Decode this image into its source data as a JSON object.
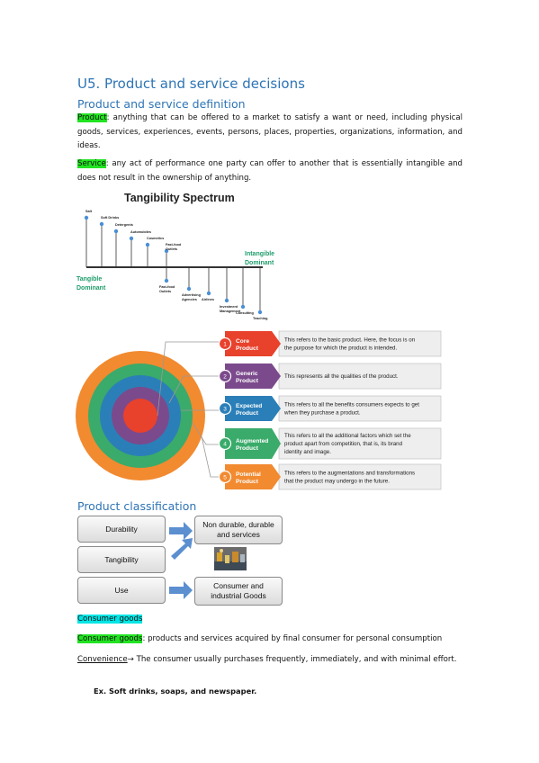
{
  "title": "U5. Product and service decisions",
  "section1": {
    "heading": "Product and service definition"
  },
  "product_def": {
    "term": "Product",
    "text": ": anything that can be offered to a market to satisfy a want or need, including physical goods, services, experiences, events, persons, places, properties, organizations, information, and ideas."
  },
  "service_def": {
    "term": "Service",
    "text": ": any act of performance one party can offer to another that is essentially intangible and does not result in the ownership of anything."
  },
  "spectrum": {
    "title": "Tangibility Spectrum",
    "left_label": [
      "Tangible",
      "Dominant"
    ],
    "right_label": [
      "Intangible",
      "Dominant"
    ],
    "top_items": [
      [
        "Salt"
      ],
      [
        "Soft Drinks"
      ],
      [
        "Detergents"
      ],
      [
        "Automobiles"
      ],
      [
        "Cosmetics"
      ],
      [
        "Fast-food",
        "Outlets"
      ]
    ],
    "bottom_items": [
      [
        "Fast-food",
        "Outlets"
      ],
      [
        "Advertising",
        "Agencies"
      ],
      [
        "Airlines"
      ],
      [
        "Investment",
        "Management"
      ],
      [
        "Consulting"
      ],
      [
        "Teaching"
      ]
    ],
    "colors": {
      "line": "#333333",
      "dot": "#4a8fd4",
      "label": "#1f9c6c"
    }
  },
  "levels": {
    "items": [
      {
        "num": "1",
        "name": [
          "Core",
          "Product"
        ],
        "desc": [
          "This refers to the basic product. Here, the focus is on",
          "the purpose for which the product is intended."
        ],
        "color": "#e8412c"
      },
      {
        "num": "2",
        "name": [
          "Generic",
          "Product"
        ],
        "desc": [
          "This represents all the qualities of the product."
        ],
        "color": "#7b4a8c"
      },
      {
        "num": "3",
        "name": [
          "Expected",
          "Product"
        ],
        "desc": [
          "This refers to all the benefits consumers expects to get",
          "when they purchase a product."
        ],
        "color": "#2b7fb8"
      },
      {
        "num": "4",
        "name": [
          "Augmented",
          "Product"
        ],
        "desc": [
          "This refers to all the additional factors which set the",
          "product apart from competition, that is, its brand",
          "identity and image."
        ],
        "color": "#3aab6a"
      },
      {
        "num": "5",
        "name": [
          "Potential",
          "Product"
        ],
        "desc": [
          "This refers to the augmentations and transformations",
          "that the product may undergo in the future."
        ],
        "color": "#f28a30"
      }
    ]
  },
  "section2": {
    "heading": "Product classification"
  },
  "classification": {
    "left": [
      "Durability",
      "Tangibility",
      "Use"
    ],
    "right_top": [
      "Non durable, durable",
      "and services"
    ],
    "right_bottom": [
      "Consumer and",
      "industrial Goods"
    ]
  },
  "consumer_goods_heading": "Consumer goods",
  "consumer_goods_def": {
    "term": "Consumer goods",
    "text": ": products and services acquired by final consumer for personal consumption"
  },
  "convenience": {
    "term": "Convenience",
    "arrow": "→",
    "text": " The consumer usually purchases frequently, immediately, and with minimal effort."
  },
  "example": "Ex. Soft drinks, soaps, and newspaper."
}
